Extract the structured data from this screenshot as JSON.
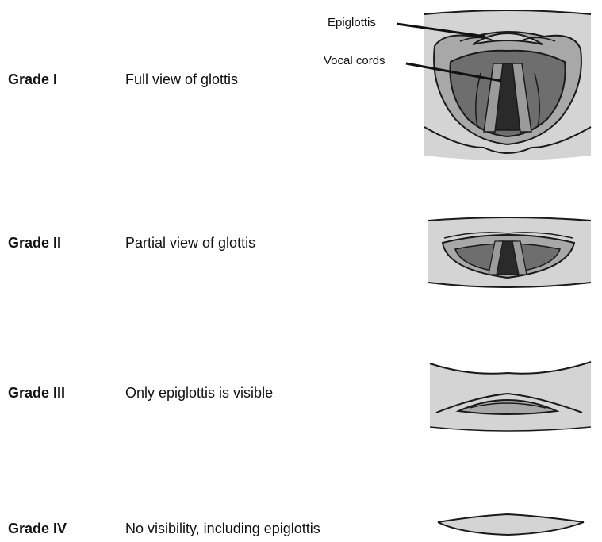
{
  "callouts": {
    "epiglottis": "Epiglottis",
    "vocal_cords": "Vocal cords"
  },
  "grades": [
    {
      "label": "Grade I",
      "description": "Full view of glottis"
    },
    {
      "label": "Grade II",
      "description": "Partial view of glottis"
    },
    {
      "label": "Grade III",
      "description": "Only epiglottis is visible"
    },
    {
      "label": "Grade IV",
      "description": "No visibility, including epiglottis"
    }
  ],
  "colors": {
    "outline": "#1a1a1a",
    "tissue_light": "#d4d4d4",
    "tissue_mid": "#a8a8a8",
    "tissue_dark": "#6e6e6e",
    "airway": "#2a2a2a"
  }
}
